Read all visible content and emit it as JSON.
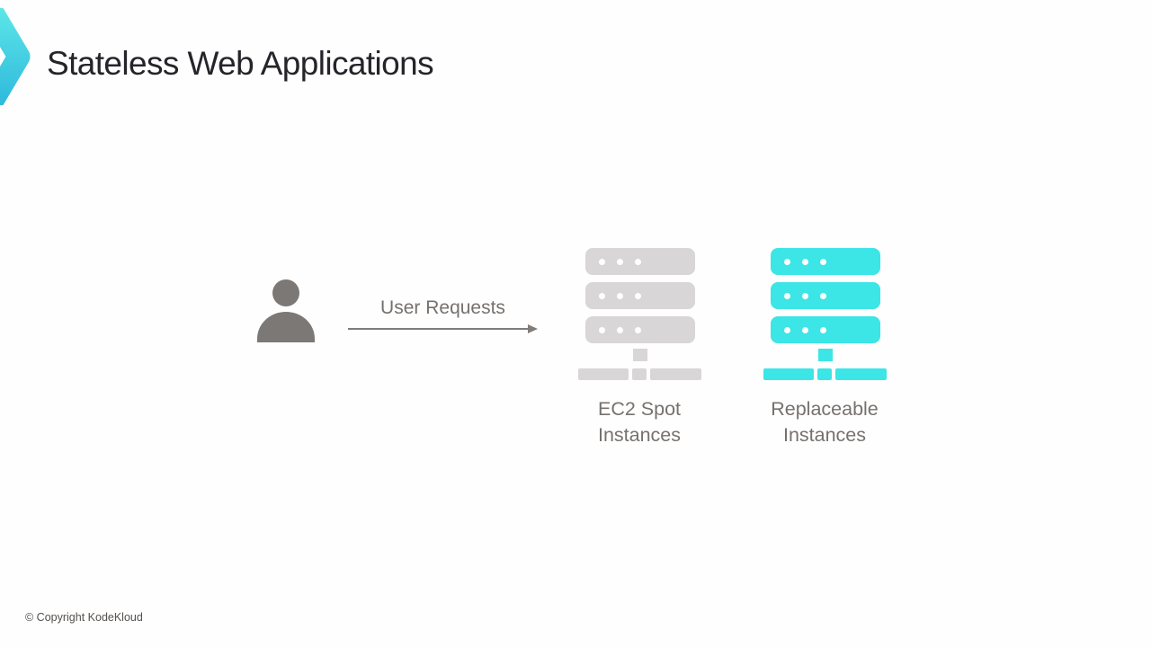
{
  "header": {
    "title": "Stateless Web Applications"
  },
  "diagram": {
    "user_icon": "person-silhouette",
    "arrow_label": "User Requests",
    "arrow_direction": "right",
    "nodes": [
      {
        "id": "ec2-spot",
        "icon": "server-stack-icon",
        "color": "#d8d6d6",
        "label_lines": [
          "EC2 Spot",
          "Instances"
        ]
      },
      {
        "id": "replaceable",
        "icon": "server-stack-icon",
        "color": "#3ce5e6",
        "label_lines": [
          "Replaceable",
          "Instances"
        ]
      }
    ]
  },
  "footer": {
    "copyright": "© Copyright KodeKloud"
  },
  "colors": {
    "accent_cyan": "#3ce5e6",
    "muted_gray": "#d8d6d6",
    "person_gray": "#7c7876",
    "arrow_gray": "#807c7a",
    "text_gray": "#76716e",
    "title_dark": "#26242a",
    "footer_gray": "#54504d",
    "chevron_top": "#5ce6e8",
    "chevron_bottom": "#2fb9dc",
    "bg": "#fefefe"
  }
}
